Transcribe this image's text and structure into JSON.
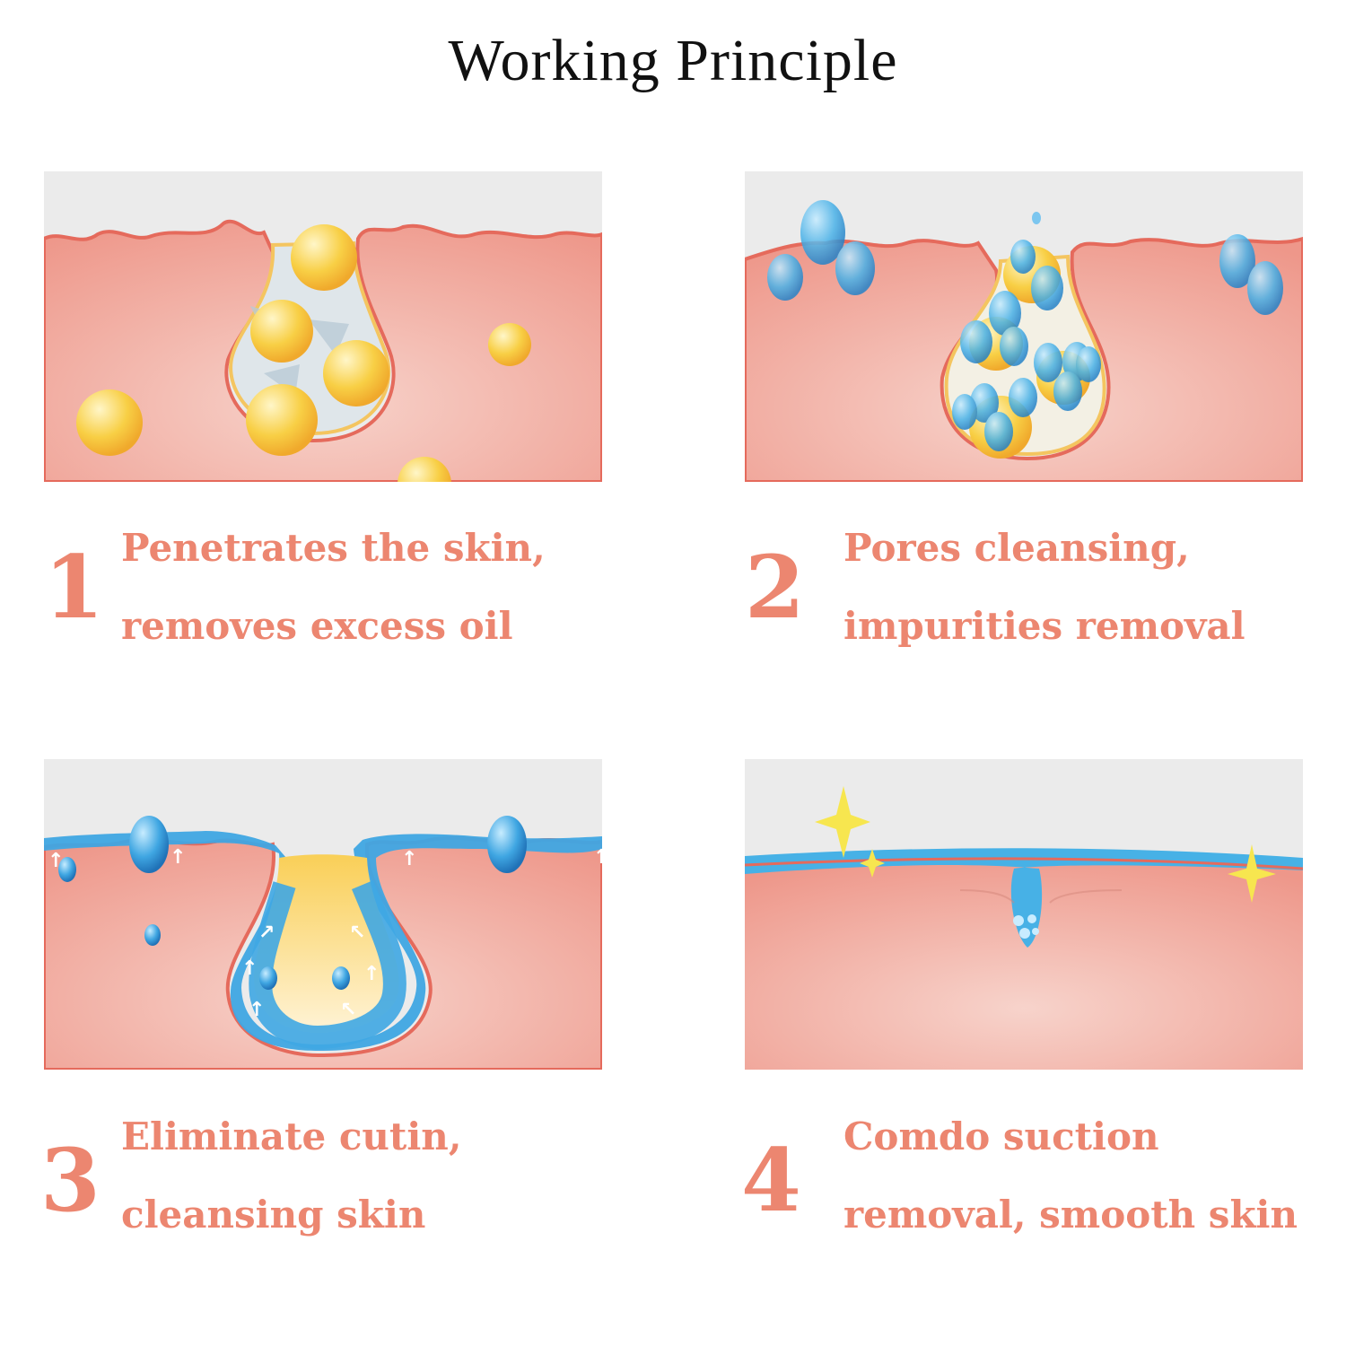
{
  "title": "Working Principle",
  "colors": {
    "accent": "#ec8670",
    "skin": "#ef9f93",
    "background_panel": "#ebebeb",
    "oil_bubble": "#f7c93c",
    "water": "#4aa9e0"
  },
  "steps": [
    {
      "number": "1",
      "line1": "Penetrates the skin,",
      "line2": "removes excess oil"
    },
    {
      "number": "2",
      "line1": "Pores cleansing,",
      "line2": "impurities removal"
    },
    {
      "number": "3",
      "line1": "Eliminate cutin,",
      "line2": "cleansing skin"
    },
    {
      "number": "4",
      "line1": "Comdo suction",
      "line2": "removal, smooth skin"
    }
  ]
}
